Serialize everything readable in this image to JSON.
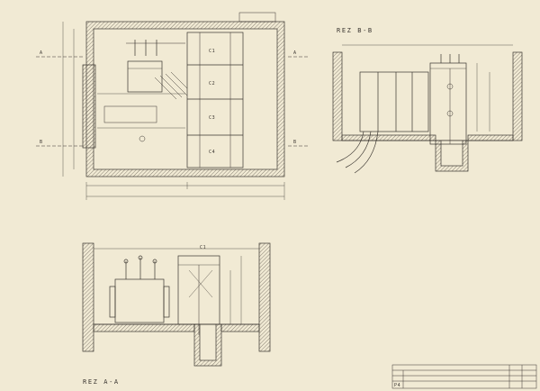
{
  "colors": {
    "paper": "#f1ead4",
    "ink": "#3a3530",
    "hatch": "#6e675c"
  },
  "sections": {
    "section_b": "REZ B-B",
    "section_a": "REZ A-A"
  },
  "markers": {
    "a": "A",
    "b": "B"
  },
  "cells": {
    "c1": "C1",
    "c2": "C2",
    "c3": "C3",
    "c4": "C4"
  },
  "title_block": {
    "sheet_no": "P4"
  }
}
